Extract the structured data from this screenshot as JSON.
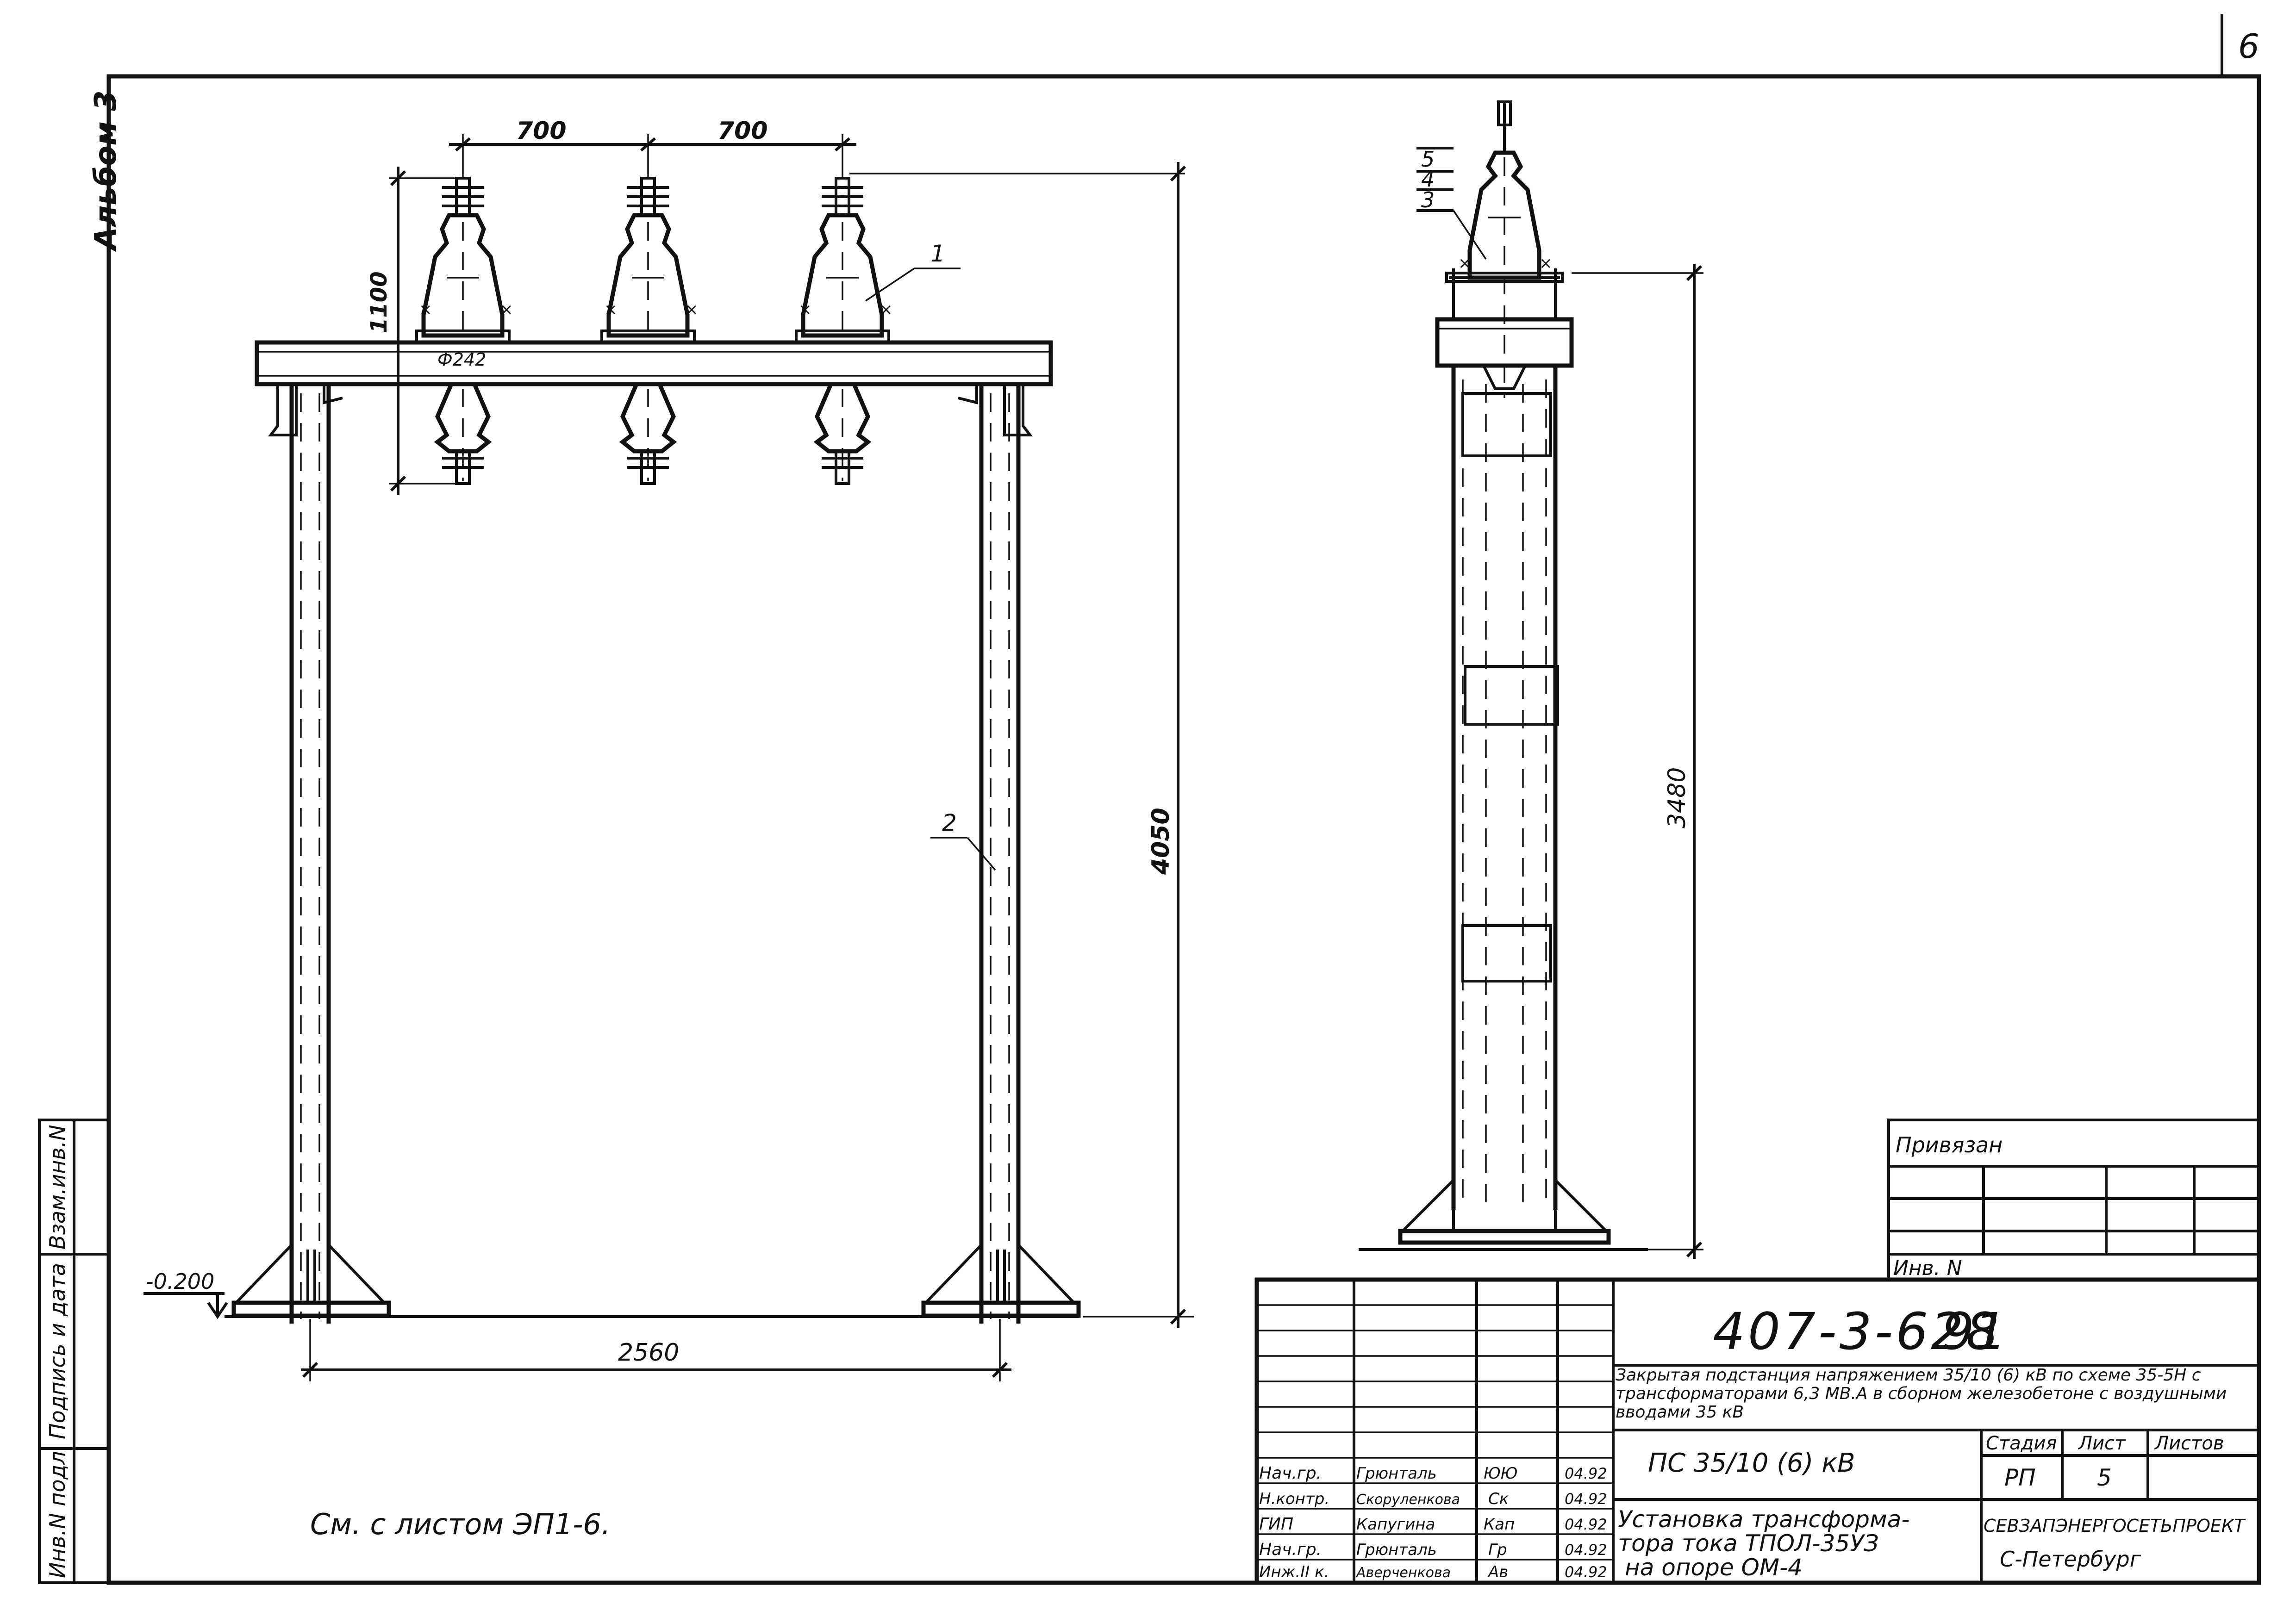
{
  "sheet_number": "6",
  "album_label": "Альбом 3",
  "side_stamp": {
    "inv_podl": "Инв.N подл",
    "podpis_data": "Подпись и дата",
    "vzam_inv": "Взам.инв.N"
  },
  "front_view": {
    "dim_spacing_left": "700",
    "dim_spacing_right": "700",
    "dim_height_tr": "1100",
    "dim_total_height": "4050",
    "dim_span": "2560",
    "level_mark": "-0.200",
    "diameter_label": "Ф242",
    "callout_1": "1",
    "callout_2": "2"
  },
  "side_view": {
    "callout_5": "5",
    "callout_4": "4",
    "callout_3": "3",
    "dim_height": "3480"
  },
  "note": "См. с листом ЭП1-6.",
  "binding_block": {
    "privyazan": "Привязан",
    "inv_n": "Инв. N"
  },
  "title_block": {
    "doc_code": "407-3-628",
    "doc_code_suffix": "91",
    "project_title": "Закрытая подстанция напряжением 35/10 (6) кВ по схеме 35-5Н с трансформаторами 6,3 МВ.А в сборном железобетоне с воздушными вводами 35 кВ",
    "object": "ПС 35/10 (6) кВ",
    "sheet_title_line1": "Установка трансформа-",
    "sheet_title_line2": "тора тока ТПОЛ-35УЗ",
    "sheet_title_line3": "на опоре ОМ-4",
    "stage_header": "Стадия",
    "sheet_header": "Лист",
    "sheets_header": "Листов",
    "stage": "РП",
    "sheet": "5",
    "sheets": "",
    "org": "СЕВЗАПЭНЕРГОСЕТЬПРОЕКТ",
    "city": "С-Петербург",
    "signatures": [
      {
        "role": "Нач.гр.",
        "name": "Грюнталь",
        "sign": "ЮЮ",
        "date": "04.92"
      },
      {
        "role": "Н.контр.",
        "name": "Скоруленкова",
        "sign": "Ск",
        "date": "04.92"
      },
      {
        "role": "ГИП",
        "name": "Капугина",
        "sign": "Кап",
        "date": "04.92"
      },
      {
        "role": "Нач.гр.",
        "name": "Грюнталь",
        "sign": "Гр",
        "date": "04.92"
      },
      {
        "role": "Инж.II к.",
        "name": "Аверченкова",
        "sign": "Ав",
        "date": "04.92"
      }
    ]
  }
}
